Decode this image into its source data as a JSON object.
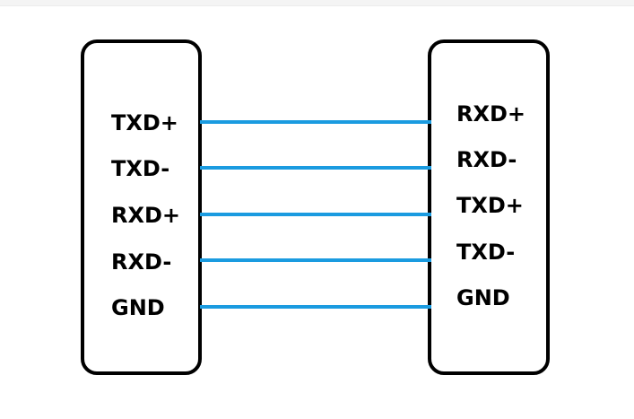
{
  "left_connector": {
    "pins": [
      "TXD+",
      "TXD-",
      "RXD+",
      "RXD-",
      "GND"
    ]
  },
  "right_connector": {
    "pins": [
      "RXD+",
      "RXD-",
      "TXD+",
      "TXD-",
      "GND"
    ]
  },
  "colors": {
    "wire": "#1a9be0",
    "outline": "#000000",
    "background": "#ffffff"
  }
}
